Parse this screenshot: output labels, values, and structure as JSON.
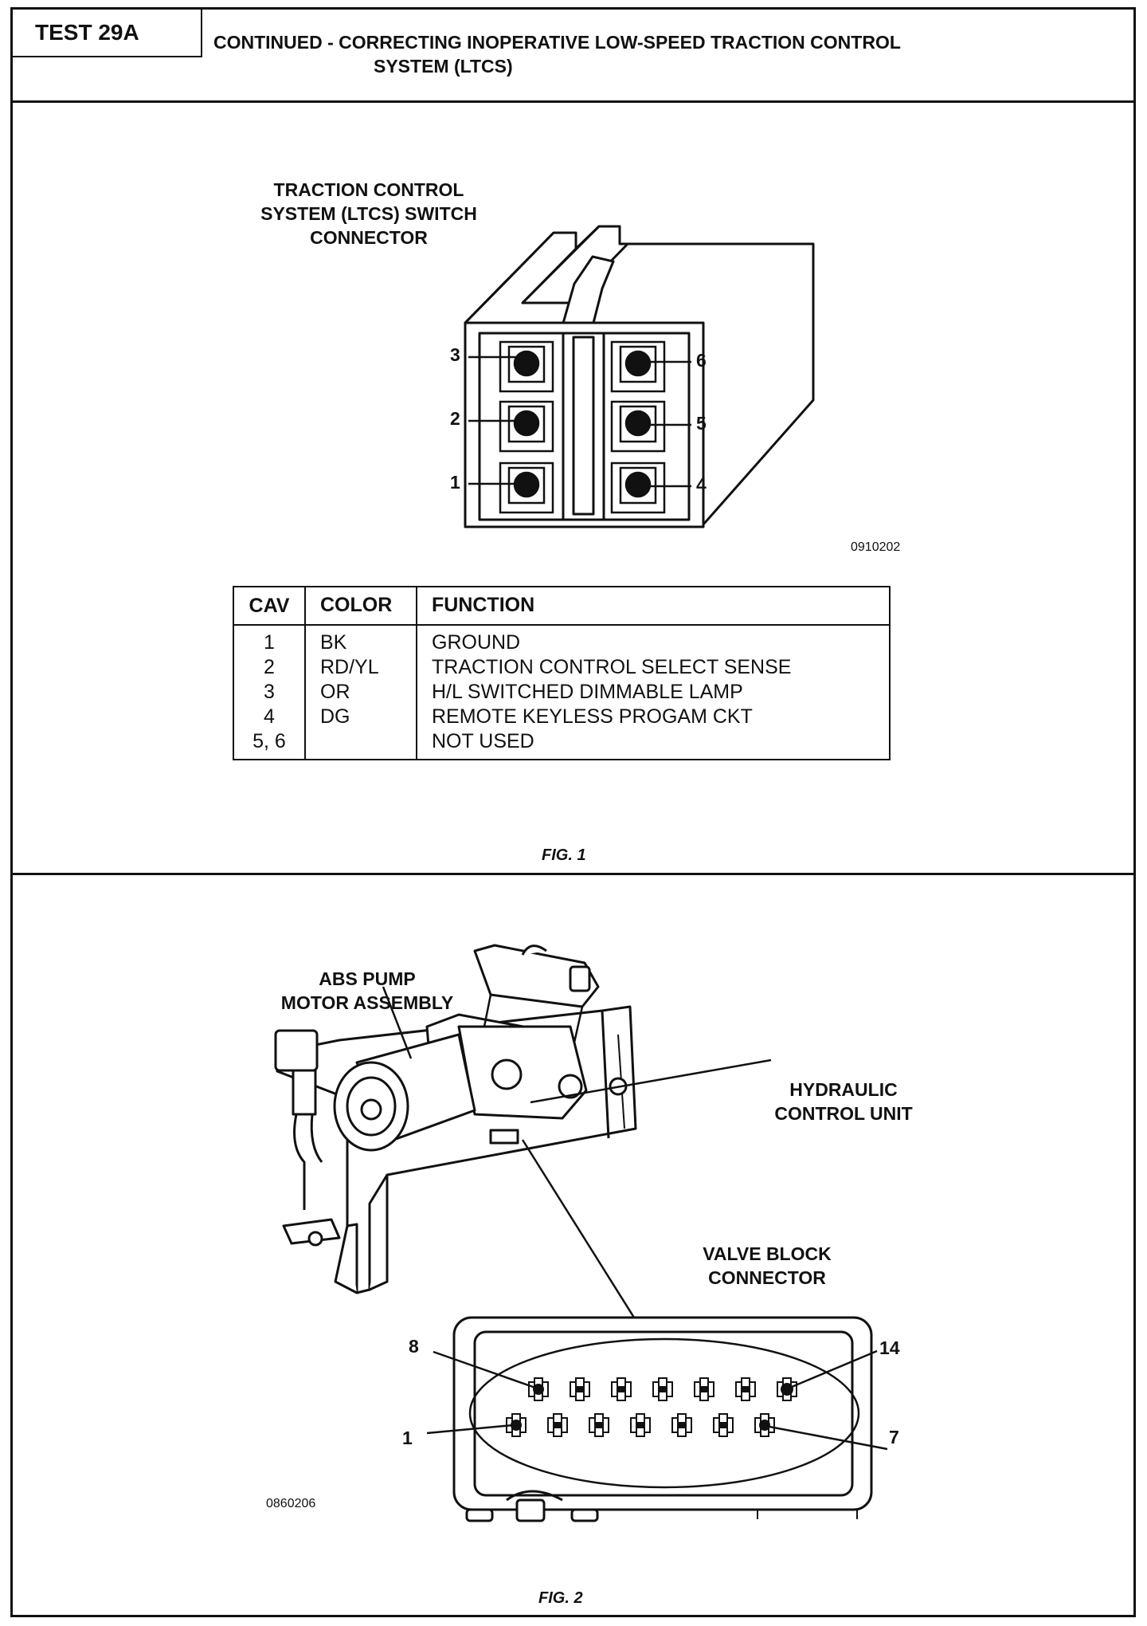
{
  "header": {
    "test_id": "TEST 29A",
    "title_line1": "CONTINUED -  CORRECTING INOPERATIVE LOW-SPEED TRACTION CONTROL",
    "title_line2": "SYSTEM (LTCS)"
  },
  "fig1": {
    "label_line1": "TRACTION CONTROL",
    "label_line2": "SYSTEM  (LTCS) SWITCH",
    "label_line3": "CONNECTOR",
    "pins": [
      "3",
      "6",
      "2",
      "5",
      "1",
      "4"
    ],
    "drawing_code": "0910202",
    "caption": "FIG. 1",
    "table": {
      "headers": [
        "CAV",
        "COLOR",
        "FUNCTION"
      ],
      "rows": [
        {
          "cav": "1",
          "color": "BK",
          "function": "GROUND"
        },
        {
          "cav": "2",
          "color": "RD/YL",
          "function": "TRACTION CONTROL SELECT SENSE"
        },
        {
          "cav": "3",
          "color": "OR",
          "function": "H/L SWITCHED DIMMABLE LAMP"
        },
        {
          "cav": "4",
          "color": "DG",
          "function": "REMOTE KEYLESS PROGAM CKT"
        },
        {
          "cav": "5, 6",
          "color": "",
          "function": "NOT USED"
        }
      ]
    }
  },
  "fig2": {
    "abs_label_line1": "ABS PUMP",
    "abs_label_line2": "MOTOR ASSEMBLY",
    "hcu_label_line1": "HYDRAULIC",
    "hcu_label_line2": "CONTROL UNIT",
    "vb_label_line1": "VALVE BLOCK",
    "vb_label_line2": "CONNECTOR",
    "pins": [
      "8",
      "14",
      "1",
      "7"
    ],
    "drawing_code": "0860206",
    "caption": "FIG. 2"
  }
}
